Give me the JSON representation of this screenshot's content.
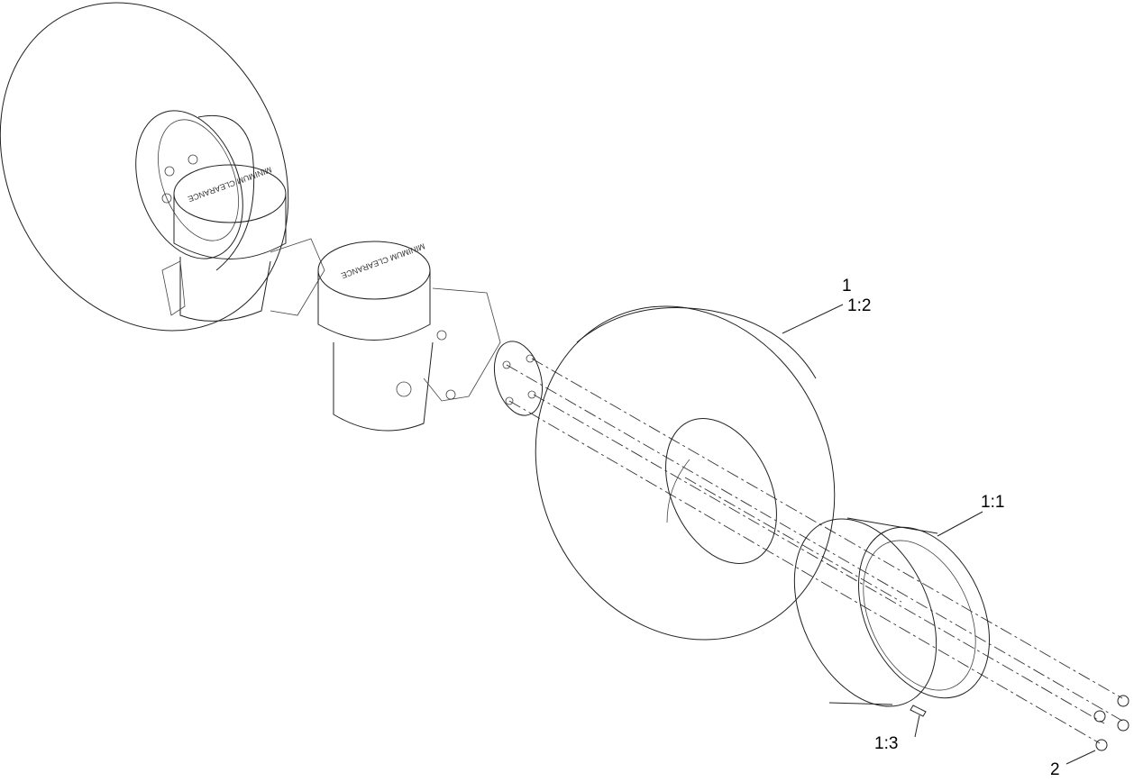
{
  "diagram": {
    "callouts": [
      {
        "id": "callout-1",
        "label": "1"
      },
      {
        "id": "callout-1-2",
        "label": "1:2"
      },
      {
        "id": "callout-1-1",
        "label": "1:1"
      },
      {
        "id": "callout-1-3",
        "label": "1:3"
      },
      {
        "id": "callout-2",
        "label": "2"
      }
    ],
    "cap_lettering": "MINIMUM CLEARANCE"
  }
}
